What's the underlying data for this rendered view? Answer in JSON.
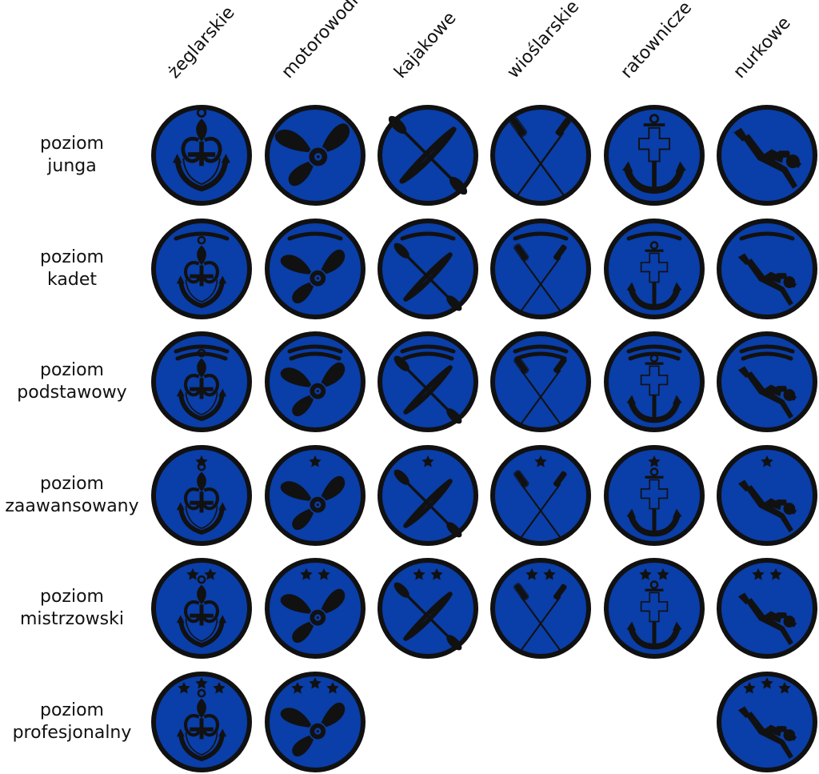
{
  "columns": [
    {
      "key": "sail",
      "label": "żeglarskie"
    },
    {
      "key": "motor",
      "label": "motorowodne"
    },
    {
      "key": "kayak",
      "label": "kajakowe"
    },
    {
      "key": "row",
      "label": "wioślarskie"
    },
    {
      "key": "rescue",
      "label": "ratownicze"
    },
    {
      "key": "dive",
      "label": "nurkowe"
    }
  ],
  "rows": [
    {
      "line1": "poziom",
      "line2": "junga",
      "marks": {
        "arcs": 0,
        "stars": 0
      },
      "present": [
        true,
        true,
        true,
        true,
        true,
        true
      ]
    },
    {
      "line1": "poziom",
      "line2": "kadet",
      "marks": {
        "arcs": 1,
        "stars": 0
      },
      "present": [
        true,
        true,
        true,
        true,
        true,
        true
      ]
    },
    {
      "line1": "poziom",
      "line2": "podstawowy",
      "marks": {
        "arcs": 2,
        "stars": 0
      },
      "present": [
        true,
        true,
        true,
        true,
        true,
        true
      ]
    },
    {
      "line1": "poziom",
      "line2": "zaawansowany",
      "marks": {
        "arcs": 0,
        "stars": 1
      },
      "present": [
        true,
        true,
        true,
        true,
        true,
        true
      ]
    },
    {
      "line1": "poziom",
      "line2": "mistrzowski",
      "marks": {
        "arcs": 0,
        "stars": 2
      },
      "present": [
        true,
        true,
        true,
        true,
        true,
        true
      ]
    },
    {
      "line1": "poziom",
      "line2": "profesjonalny",
      "marks": {
        "arcs": 0,
        "stars": 3
      },
      "present": [
        true,
        true,
        false,
        false,
        false,
        true
      ]
    }
  ],
  "colors": {
    "badge_fill": "#0a3ea8",
    "ink": "#111111"
  }
}
